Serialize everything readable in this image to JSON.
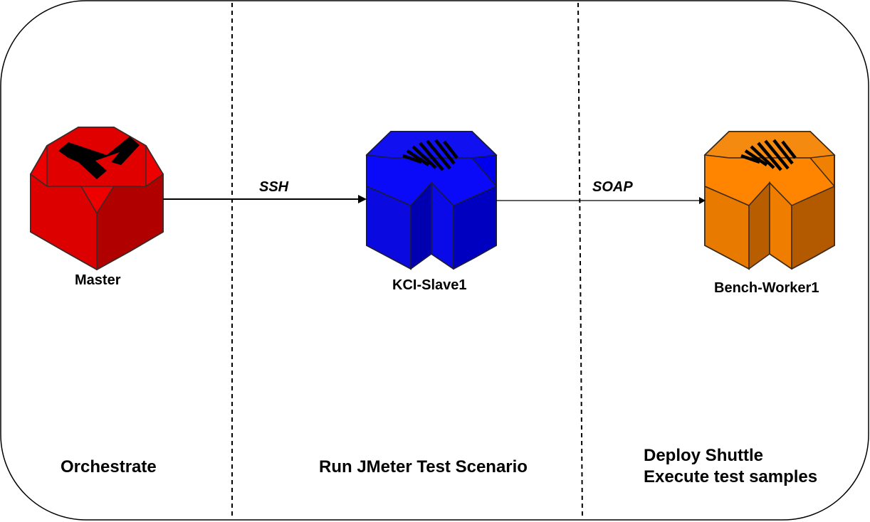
{
  "nodes": {
    "master": {
      "label": "Master",
      "icon": "master-m-icon",
      "color": "#e00000"
    },
    "slave": {
      "label": "KCI-Slave1",
      "icon": "jenkins-slave-icon",
      "color": "#0000ee"
    },
    "worker": {
      "label": "Bench-Worker1",
      "icon": "jenkins-worker-icon",
      "color": "#f07f00"
    }
  },
  "edges": {
    "ssh": {
      "label": "SSH"
    },
    "soap": {
      "label": "SOAP"
    }
  },
  "stages": {
    "orchestrate": {
      "label": "Orchestrate"
    },
    "run": {
      "label": "Run JMeter Test Scenario"
    },
    "deploy": {
      "line1": "Deploy Shuttle",
      "line2": "Execute test samples"
    }
  }
}
